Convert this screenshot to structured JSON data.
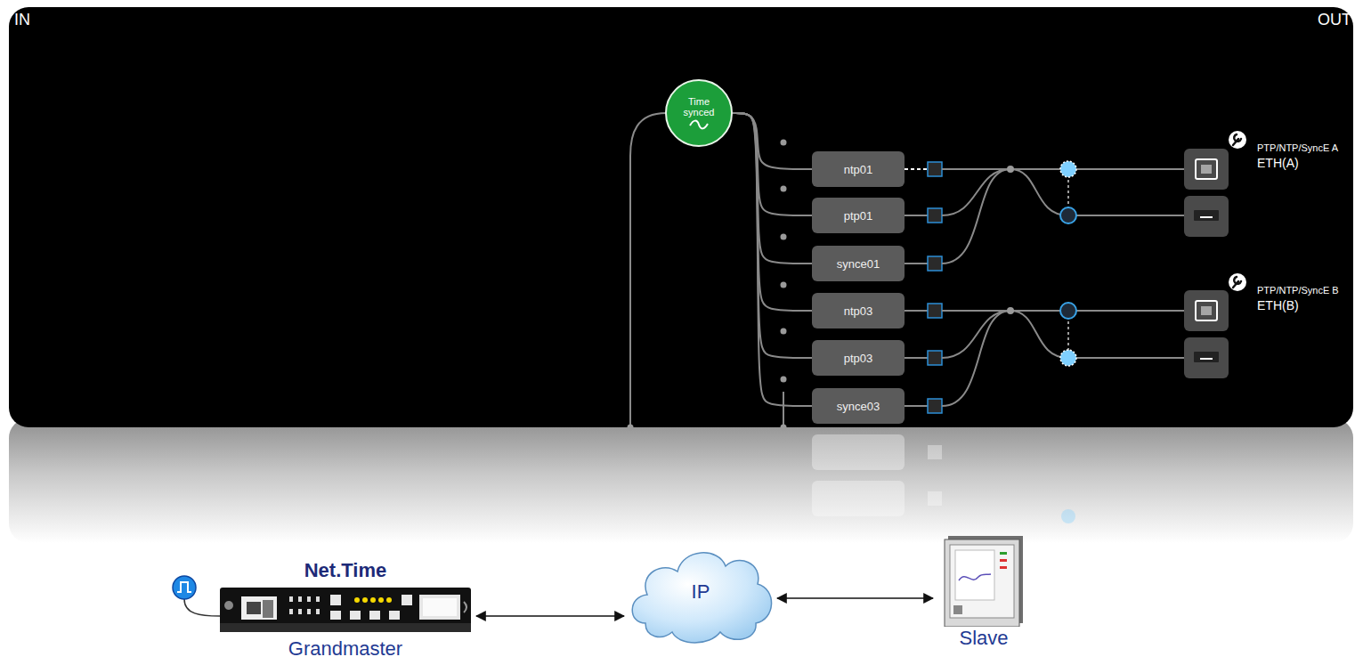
{
  "diagram": {
    "nodes": [
      {
        "text": [
          "Time synced"
        ]
      },
      {
        "text": [
          "ntp01"
        ]
      },
      {
        "text": [
          "ptp01"
        ]
      },
      {
        "text": [
          "synce01"
        ]
      },
      {
        "text": [
          "ntp03"
        ]
      },
      {
        "text": [
          "ptp03"
        ]
      },
      {
        "text": [
          "synce03"
        ]
      },
      {
        "text": [
          "Net.Time",
          "Grandmaster"
        ]
      },
      {
        "text": [
          "IP"
        ]
      },
      {
        "text": [
          "Slave"
        ]
      }
    ],
    "edges": [
      {
        "from": 0,
        "to": 1,
        "arrow": "none"
      },
      {
        "from": 0,
        "to": 2,
        "arrow": "none"
      },
      {
        "from": 0,
        "to": 3,
        "arrow": "none"
      },
      {
        "from": 0,
        "to": 4,
        "arrow": "none"
      },
      {
        "from": 0,
        "to": 5,
        "arrow": "none"
      },
      {
        "from": 0,
        "to": 6,
        "arrow": "none"
      },
      {
        "from": 7,
        "to": 8,
        "arrow": "both"
      },
      {
        "from": 8,
        "to": 9,
        "arrow": "both"
      }
    ],
    "labels": [
      "IN",
      "OUT",
      "PTP/NTP/SyncE A",
      "ETH(A)",
      "PTP/NTP/SyncE B",
      "ETH(B)"
    ]
  }
}
